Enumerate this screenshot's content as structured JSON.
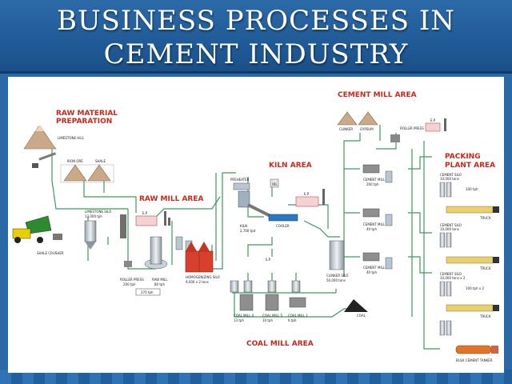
{
  "title": {
    "line1": "BUSINESS PROCESSES IN",
    "line2": "CEMENT INDUSTRY"
  },
  "areas": {
    "raw_material_1": "RAW MATERIAL",
    "raw_material_2": "PREPARATION",
    "raw_mill": "RAW MILL AREA",
    "kiln": "KILN AREA",
    "cement_mill": "CEMENT MILL AREA",
    "packing_1": "PACKING",
    "packing_2": "PLANT AREA",
    "coal_mill": "COAL MILL AREA"
  },
  "equipment": {
    "limestone_hill": "LIMESTONE HILL",
    "iron_ore": "IRON ORE",
    "shale": "SHALE",
    "limestone_silo": "LIMESTONE SILO",
    "limestone_silo_cap": "13,000 tph",
    "shale_crusher": "SHALE CRUSHER",
    "roller_press_raw": "ROLLER PRESS",
    "roller_press_raw_cap": "200 tph",
    "raw_mill": "RAW MILL",
    "raw_mill_cap": "80 tph",
    "raw_total": "270 tph",
    "homogenizing_silo": "HOMOGENIZING SILO",
    "homogenizing_cap": "9,000 x 2 tons",
    "preheater": "PREHEATER",
    "oil": "OIL",
    "kiln": "KILN",
    "kiln_cap": "2,700 tpd",
    "cooler": "COOLER",
    "ep": "E.P",
    "clinker_silo": "CLINKER SILO",
    "clinker_silo_cap": "50,000 tons",
    "coal": "COAL",
    "coal_mill_4": "COAL MILL 4",
    "coal_mill_4_cap": "13 tph",
    "coal_mill_5": "COAL MILL 5",
    "coal_mill_5_cap": "10 tph",
    "coal_mill_1": "COAL MILL 1",
    "coal_mill_1_cap": "6 tph",
    "clinker": "CLINKER",
    "gypsum": "GYPSUM",
    "roller_press_cement": "ROLLER PRESS",
    "cement_mill_a": "CEMENT MILL - 3",
    "cement_mill_a_cap": "200 tph",
    "cement_mill_b": "CEMENT MILL - 2",
    "cement_mill_b_cap": "40 tph",
    "cement_mill_c": "CEMENT MILL - 1",
    "cement_mill_c_cap": "40 tph",
    "cement_silo_1": "CEMENT SILO",
    "cement_silo_1_cap": "10,000 tons",
    "cement_silo_2": "CEMENT SILO",
    "cement_silo_2_cap": "10,000 tons",
    "cement_silo_3": "CEMENT SILO",
    "cement_silo_3_cap": "10,000 tons x 2",
    "packer_1": "100 tph",
    "packer_2": "100 tph x 2",
    "truck": "TRUCK",
    "bulk_tanker": "BULK CEMENT TANKER"
  },
  "colors": {
    "band": "#1f5a96",
    "area_label": "#d0261a",
    "flow_line": "#3a9b5a",
    "stockpile": "#c9a987"
  }
}
